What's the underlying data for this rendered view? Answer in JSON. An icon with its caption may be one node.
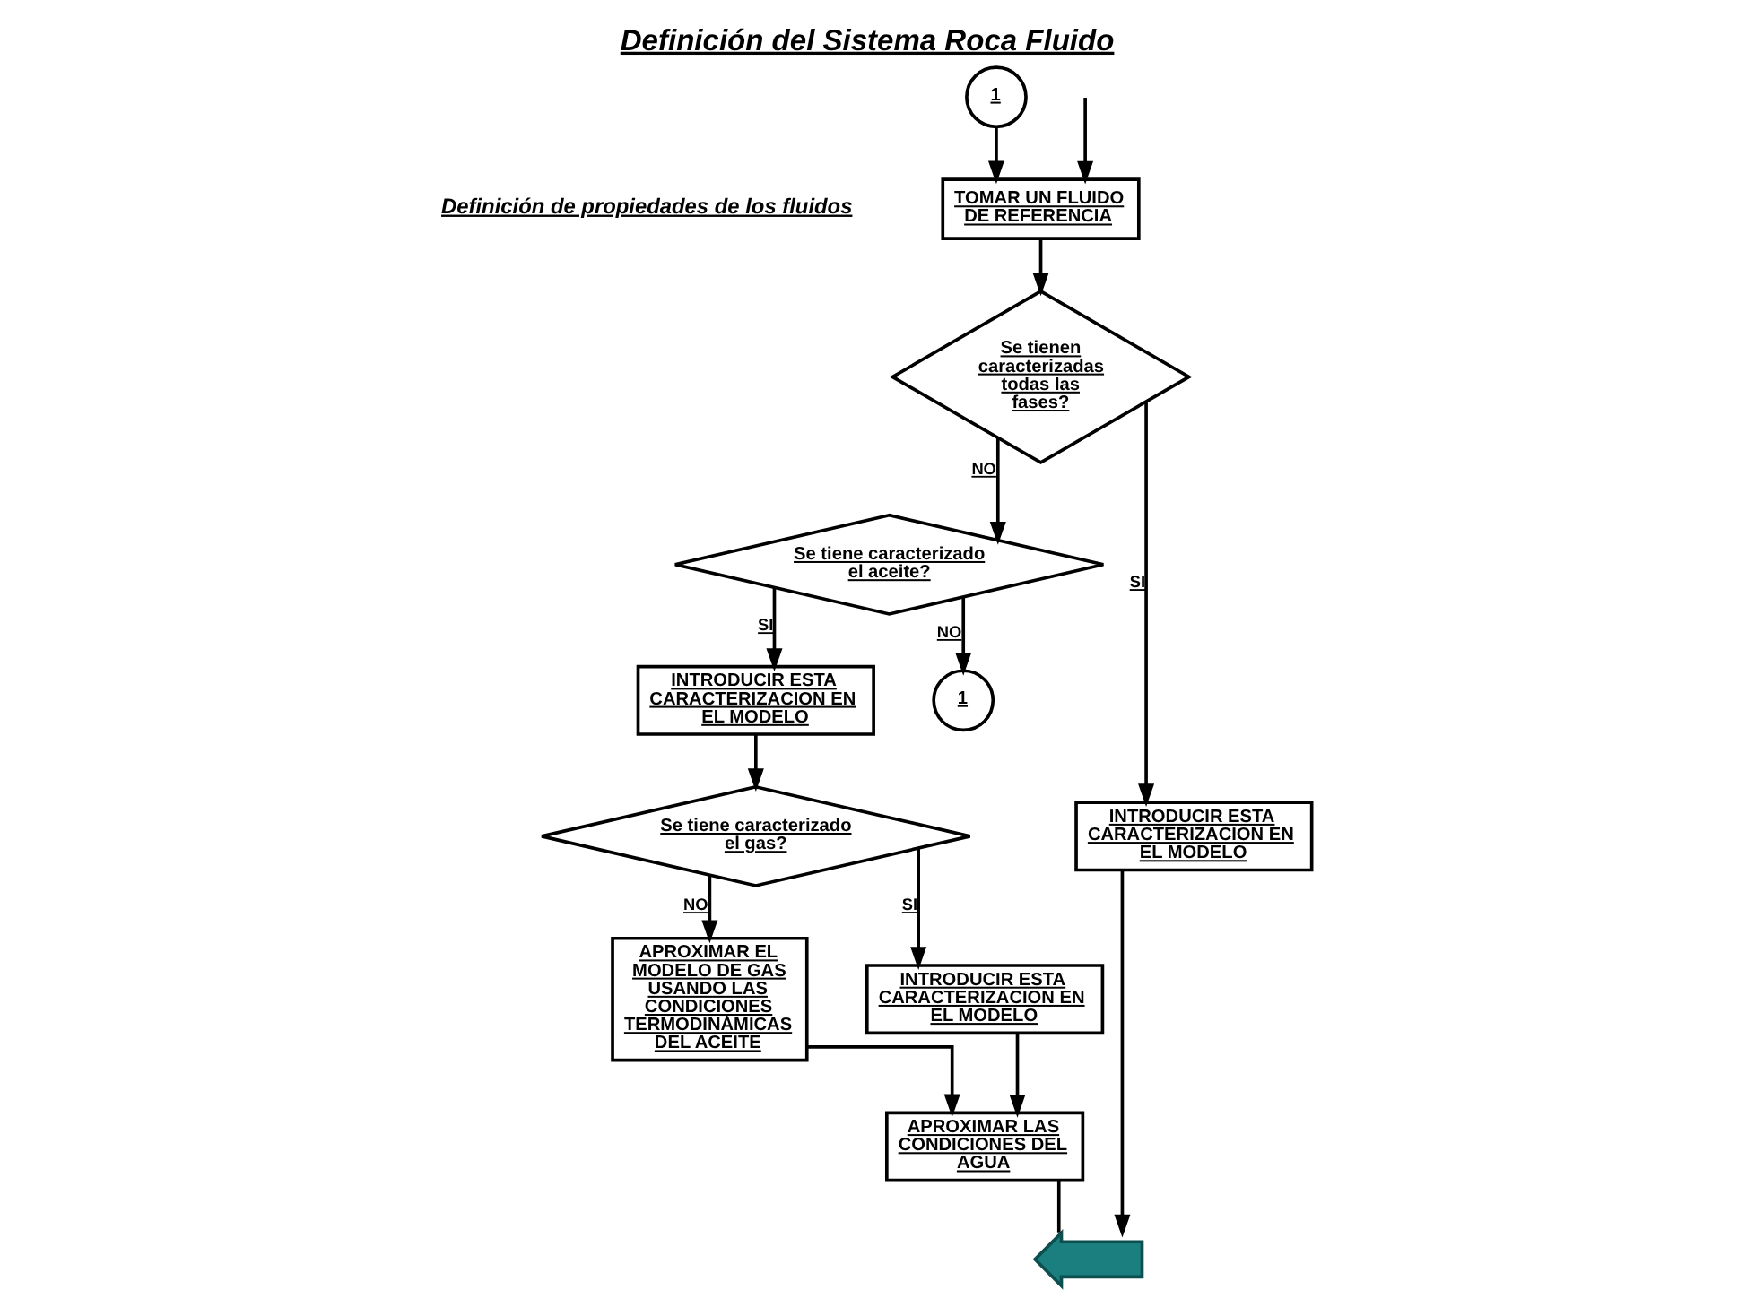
{
  "diagram": {
    "title": "Definición del Sistema Roca Fluido",
    "nodes": [
      {
        "text": [
          "TOMAR UN FLUIDO DE REFERENCIA"
        ]
      },
      {
        "text": [
          "Se tienen caracterizadas todas las fases?"
        ]
      },
      {
        "text": [
          "Se tiene caracterizado el aceite?"
        ]
      },
      {
        "text": [
          "INTRODUCIR ESTA CARACTERIZACION EN EL MODELO"
        ]
      },
      {
        "text": [
          "INTRODUCIR ESTA CARACTERIZACION EN EL MODELO"
        ]
      },
      {
        "text": [
          "1"
        ]
      },
      {
        "text": [
          "1"
        ]
      },
      {
        "text": [
          "Se tiene caracterizado el gas?"
        ]
      },
      {
        "text": [
          "APROXIMAR EL MODELO DE GAS USANDO LAS CONDICIONES TERMODINÁMICAS DEL ACEITE"
        ]
      },
      {
        "text": [
          "INTRODUCIR ESTA CARACTERIZACION EN EL MODELO"
        ]
      },
      {
        "text": [
          "APROXIMAR LAS CONDICIONES DEL AGUA"
        ]
      },
      {
        "text": [],
        "shape": "arrow"
      }
    ],
    "edges": [
      {
        "from": null,
        "to": 0,
        "arrow": "to"
      },
      {
        "from": 6,
        "to": 0,
        "arrow": "to"
      },
      {
        "from": 0,
        "to": 1,
        "arrow": "to"
      },
      {
        "from": 1,
        "to": 2,
        "label": "NO",
        "arrow": "to"
      },
      {
        "from": 1,
        "to": 4,
        "label": "SI",
        "arrow": "to"
      },
      {
        "from": 2,
        "to": 3,
        "label": "SI",
        "arrow": "to"
      },
      {
        "from": 2,
        "to": 5,
        "label": "NO",
        "arrow": "to"
      },
      {
        "from": 3,
        "to": 7,
        "arrow": "to"
      },
      {
        "from": 7,
        "to": 8,
        "label": "NO",
        "arrow": "to"
      },
      {
        "from": 7,
        "to": 9,
        "label": "SI",
        "arrow": "to"
      },
      {
        "from": 9,
        "to": 10,
        "arrow": "to"
      },
      {
        "from": 8,
        "to": 10,
        "arrow": "to"
      },
      {
        "from": 4,
        "to": 11,
        "arrow": "to"
      },
      {
        "from": 10,
        "to": 11,
        "arrow": "none"
      }
    ],
    "labels": [
      "Definición de propiedades de los fluidos"
    ]
  }
}
